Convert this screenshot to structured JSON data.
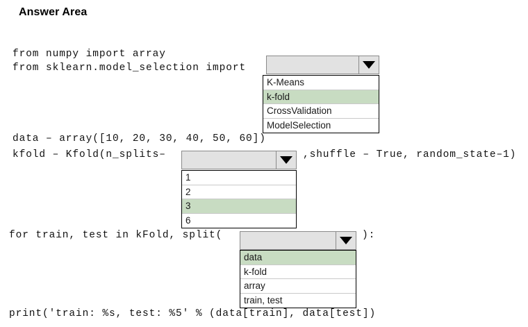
{
  "page": {
    "title": "Answer Area"
  },
  "code": {
    "line1": "from numpy import array",
    "line2": "from sklearn.model_selection import",
    "line3": "data – array([10, 20, 30, 40, 50, 60])",
    "line4": "kfold – Kfold(n_splits–",
    "line4_tail": ",shuffle – True, random_state–1)",
    "line5": "for train, test in kFold, split(",
    "line5_tail": "):",
    "line6": "print('train: %s, test: %5' % (data[train], data[test])"
  },
  "dropdowns": [
    {
      "name": "import-name-dropdown",
      "value": "",
      "arrow_icon": "chevron-down-icon",
      "options": [
        {
          "label": "K-Means",
          "selected": false
        },
        {
          "label": "k-fold",
          "selected": true
        },
        {
          "label": "CrossValidation",
          "selected": false
        },
        {
          "label": "ModelSelection",
          "selected": false
        }
      ]
    },
    {
      "name": "n-splits-dropdown",
      "value": "",
      "arrow_icon": "chevron-down-icon",
      "options": [
        {
          "label": "1",
          "selected": false
        },
        {
          "label": "2",
          "selected": false
        },
        {
          "label": "3",
          "selected": true
        },
        {
          "label": "6",
          "selected": false
        }
      ]
    },
    {
      "name": "split-argument-dropdown",
      "value": "",
      "arrow_icon": "chevron-down-icon",
      "options": [
        {
          "label": "data",
          "selected": true
        },
        {
          "label": "k-fold",
          "selected": false
        },
        {
          "label": "array",
          "selected": false
        },
        {
          "label": "train, test",
          "selected": false
        }
      ]
    }
  ],
  "colors": {
    "highlight_green": "#c8dcc2",
    "select_fill": "#e2e2e2",
    "select_border": "#8a8a8a",
    "list_border": "#000000",
    "row_divider": "#c9c9c9",
    "text": "#111111"
  }
}
